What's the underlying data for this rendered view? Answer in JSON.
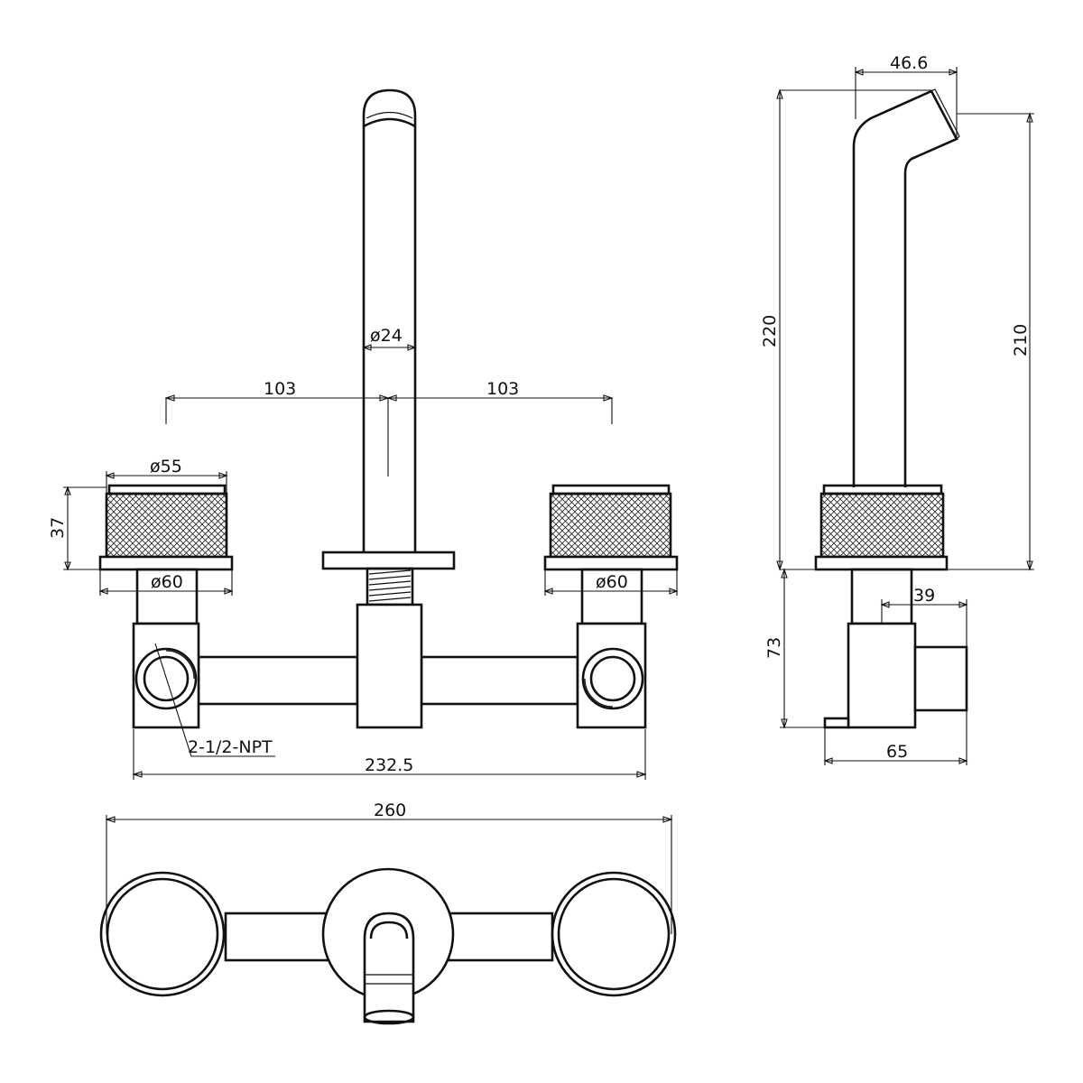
{
  "colors": {
    "line": "#111111",
    "background": "#ffffff"
  },
  "dimensions": {
    "spout_diameter": "ø24",
    "spacing_left": "103",
    "spacing_right": "103",
    "handle_diameter": "ø55",
    "handle_height": "37",
    "flange_left": "ø60",
    "flange_right": "ø60",
    "thread": "2-1/2-NPT",
    "body_width": "232.5",
    "overall_width": "260",
    "spout_projection": "46.6",
    "overall_height": "220",
    "spout_height": "210",
    "inlet_offset": "39",
    "body_height": "73",
    "body_depth": "65"
  }
}
